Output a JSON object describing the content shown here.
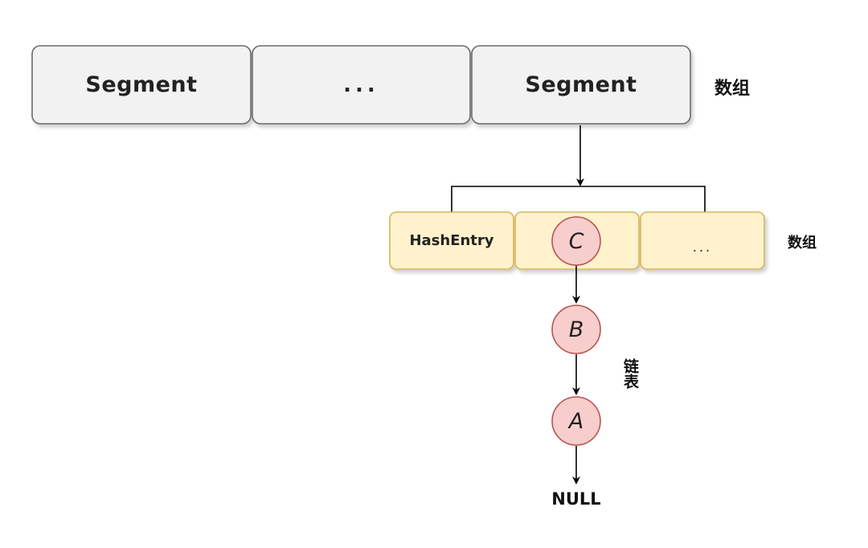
{
  "segment_array": {
    "cells": [
      {
        "label": "Segment"
      },
      {
        "label": "..."
      },
      {
        "label": "Segment"
      }
    ],
    "caption": "数组"
  },
  "hashentry_array": {
    "cells": [
      {
        "label": "HashEntry"
      },
      {
        "label": ""
      },
      {
        "label": "..."
      }
    ],
    "caption": "数组"
  },
  "linked_list": {
    "nodes": [
      {
        "label": "C"
      },
      {
        "label": "B"
      },
      {
        "label": "A"
      }
    ],
    "caption": "链表",
    "terminal": "NULL"
  },
  "colors": {
    "segment_fill": "#f2f2f2",
    "segment_stroke": "#6b6b6b",
    "entry_fill": "#fff2cc",
    "entry_stroke": "#d6b656",
    "node_fill": "#f8cecc",
    "node_stroke": "#b85450",
    "line": "#000000"
  }
}
